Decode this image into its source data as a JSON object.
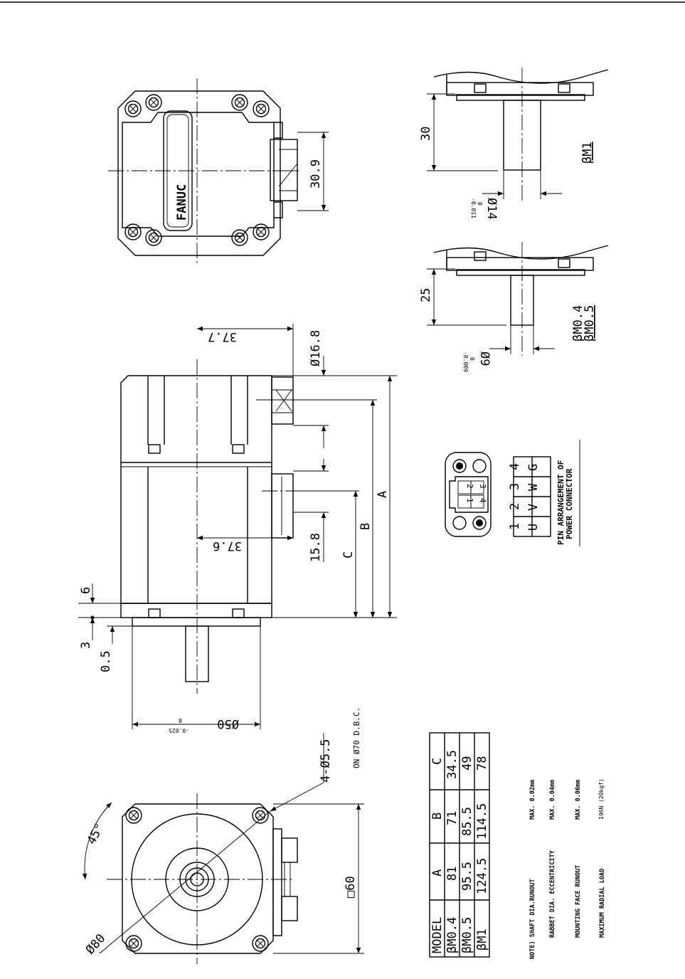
{
  "brand": "FANUC",
  "dims": {
    "d30": "30",
    "d309": "30.9",
    "d14": "Ø14",
    "d14tol": "-0.011",
    "d14tol0": "0",
    "bm1": "βM1",
    "d25": "25",
    "d9": "Ø9",
    "d9tol": "-0.009",
    "d9tol0": "0",
    "bm04": "βM0.4",
    "bm05": "βM0.5",
    "d377": "37.7",
    "d168": "Ø16.8",
    "d376": "37.6",
    "d158": "15.8",
    "dA": "A",
    "dB": "B",
    "dC": "C",
    "d6": "6",
    "d3": "3",
    "d05": "0.5",
    "d50": "Ø50",
    "d50tol": "-0.025",
    "d50tol0": "0",
    "holes": "4-Ø5.5",
    "pcd": "ON Ø70 D.B.C.",
    "d45": "45°",
    "d80": "Ø80",
    "sq60": "□60"
  },
  "connector": {
    "title1": "PIN ARRANGEMENT OF",
    "title2": "POWER CONNECTOR",
    "pins": [
      "1",
      "2",
      "3",
      "4"
    ],
    "signals": [
      "U",
      "V",
      "W",
      "G"
    ],
    "face_nums": [
      "2",
      "1",
      "3",
      "4"
    ]
  },
  "table": {
    "headers": [
      "MODEL",
      "A",
      "B",
      "C"
    ],
    "rows": [
      [
        "βM0.4",
        "81",
        "71",
        "34.5"
      ],
      [
        "βM0.5",
        "95.5",
        "85.5",
        "49"
      ],
      [
        "βM1",
        "124.5",
        "114.5",
        "78"
      ]
    ]
  },
  "notes": [
    {
      "label": "NOTE) SHAFT DIA.RUNOUT",
      "value": "MAX. 0.02mm"
    },
    {
      "label": "RABBET DIA. ECCENTRICITY",
      "value": "MAX. 0.04mm"
    },
    {
      "label": "MOUNTING FACE RUNOUT",
      "value": "MAX. 0.06mm"
    },
    {
      "label": "MAXIMUM RADIAL LOAD",
      "value": "196N (20kgf)"
    }
  ]
}
